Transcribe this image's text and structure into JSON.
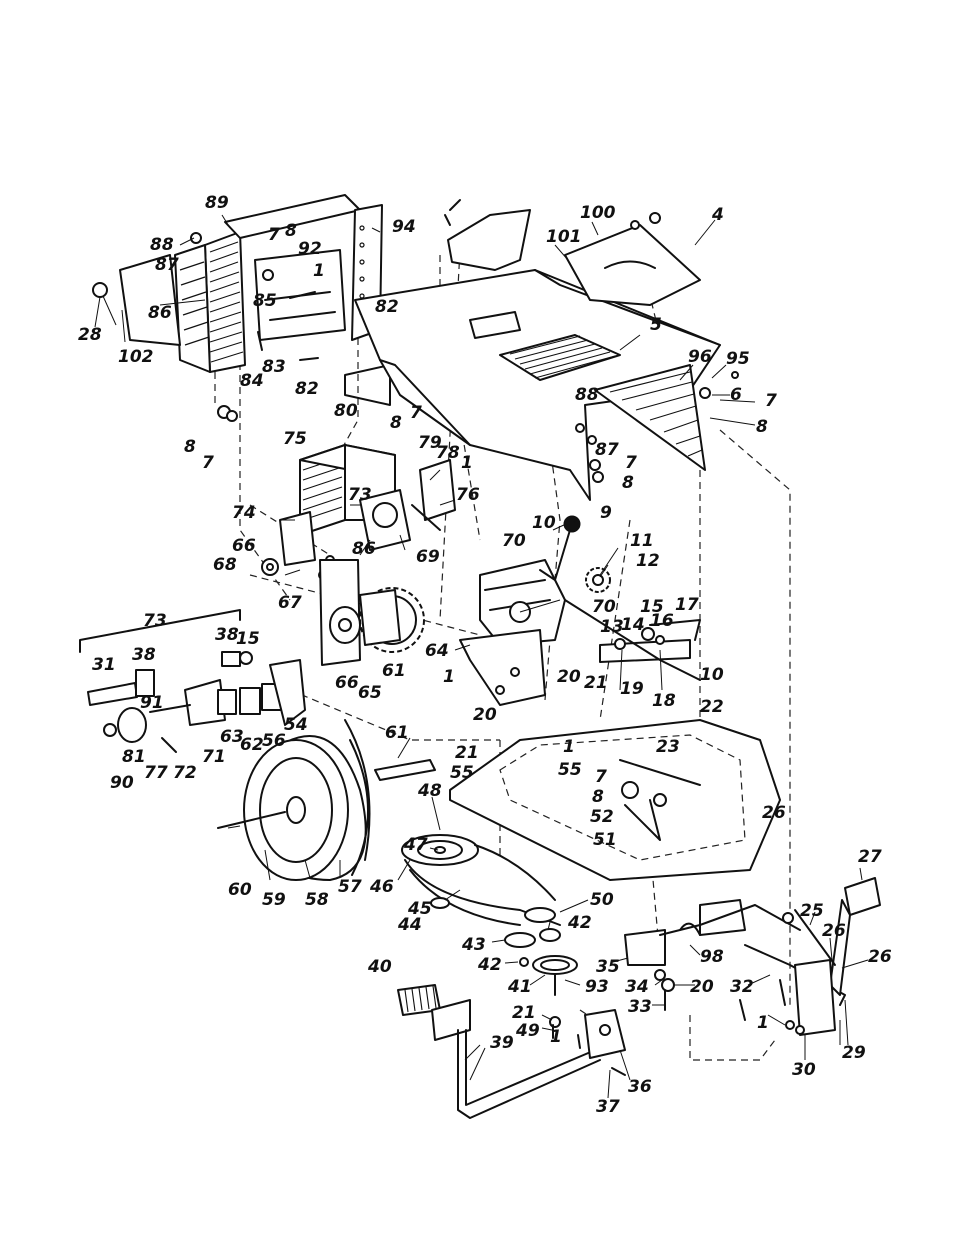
{
  "diagram": {
    "callouts": [
      {
        "id": "c89",
        "text": "89"
      },
      {
        "id": "c94",
        "text": "94"
      },
      {
        "id": "c88a",
        "text": "88"
      },
      {
        "id": "c7a",
        "text": "7"
      },
      {
        "id": "c8a",
        "text": "8"
      },
      {
        "id": "c87a",
        "text": "87"
      },
      {
        "id": "c92",
        "text": "92"
      },
      {
        "id": "c1a",
        "text": "1"
      },
      {
        "id": "c86a",
        "text": "86"
      },
      {
        "id": "c85",
        "text": "85"
      },
      {
        "id": "c28",
        "text": "28"
      },
      {
        "id": "c102",
        "text": "102"
      },
      {
        "id": "c84",
        "text": "84"
      },
      {
        "id": "c83",
        "text": "83"
      },
      {
        "id": "c82a",
        "text": "82"
      },
      {
        "id": "c82b",
        "text": "82"
      },
      {
        "id": "c80",
        "text": "80"
      },
      {
        "id": "c8b",
        "text": "8"
      },
      {
        "id": "c7b",
        "text": "7"
      },
      {
        "id": "c100",
        "text": "100"
      },
      {
        "id": "c101",
        "text": "101"
      },
      {
        "id": "c4",
        "text": "4"
      },
      {
        "id": "c5",
        "text": "5"
      },
      {
        "id": "c96",
        "text": "96"
      },
      {
        "id": "c95",
        "text": "95"
      },
      {
        "id": "c6",
        "text": "6"
      },
      {
        "id": "c7c",
        "text": "7"
      },
      {
        "id": "c8c",
        "text": "8"
      },
      {
        "id": "c88b",
        "text": "88"
      },
      {
        "id": "c87b",
        "text": "87"
      },
      {
        "id": "c7d",
        "text": "7"
      },
      {
        "id": "c8d",
        "text": "8"
      },
      {
        "id": "c75",
        "text": "75"
      },
      {
        "id": "c8e",
        "text": "8"
      },
      {
        "id": "c7e",
        "text": "7"
      },
      {
        "id": "c79",
        "text": "79"
      },
      {
        "id": "c78",
        "text": "78"
      },
      {
        "id": "c1b",
        "text": "1"
      },
      {
        "id": "c73a",
        "text": "73"
      },
      {
        "id": "c76",
        "text": "76"
      },
      {
        "id": "c74",
        "text": "74"
      },
      {
        "id": "c10a",
        "text": "10"
      },
      {
        "id": "c9",
        "text": "9"
      },
      {
        "id": "c86b",
        "text": "86"
      },
      {
        "id": "c69",
        "text": "69"
      },
      {
        "id": "c66a",
        "text": "66"
      },
      {
        "id": "c68",
        "text": "68"
      },
      {
        "id": "c70a",
        "text": "70"
      },
      {
        "id": "c11",
        "text": "11"
      },
      {
        "id": "c12",
        "text": "12"
      },
      {
        "id": "c67",
        "text": "67"
      },
      {
        "id": "c70b",
        "text": "70"
      },
      {
        "id": "c15a",
        "text": "15"
      },
      {
        "id": "c17",
        "text": "17"
      },
      {
        "id": "c14",
        "text": "14"
      },
      {
        "id": "c16",
        "text": "16"
      },
      {
        "id": "c13",
        "text": "13"
      },
      {
        "id": "c73b",
        "text": "73"
      },
      {
        "id": "c38a",
        "text": "38"
      },
      {
        "id": "c15b",
        "text": "15"
      },
      {
        "id": "c64",
        "text": "64"
      },
      {
        "id": "c10b",
        "text": "10"
      },
      {
        "id": "c31",
        "text": "31"
      },
      {
        "id": "c38b",
        "text": "38"
      },
      {
        "id": "c66b",
        "text": "66"
      },
      {
        "id": "c65",
        "text": "65"
      },
      {
        "id": "c61a",
        "text": "61"
      },
      {
        "id": "c1c",
        "text": "1"
      },
      {
        "id": "c20a",
        "text": "20"
      },
      {
        "id": "c21a",
        "text": "21"
      },
      {
        "id": "c19",
        "text": "19"
      },
      {
        "id": "c18",
        "text": "18"
      },
      {
        "id": "c91",
        "text": "91"
      },
      {
        "id": "c54",
        "text": "54"
      },
      {
        "id": "c22",
        "text": "22"
      },
      {
        "id": "c20b",
        "text": "20"
      },
      {
        "id": "c63",
        "text": "63"
      },
      {
        "id": "c62",
        "text": "62"
      },
      {
        "id": "c56",
        "text": "56"
      },
      {
        "id": "c61b",
        "text": "61"
      },
      {
        "id": "c23",
        "text": "23"
      },
      {
        "id": "c81",
        "text": "81"
      },
      {
        "id": "c71",
        "text": "71"
      },
      {
        "id": "c21b",
        "text": "21"
      },
      {
        "id": "c1d",
        "text": "1"
      },
      {
        "id": "c55a",
        "text": "55"
      },
      {
        "id": "c55b",
        "text": "55"
      },
      {
        "id": "c90",
        "text": "90"
      },
      {
        "id": "c77",
        "text": "77"
      },
      {
        "id": "c72",
        "text": "72"
      },
      {
        "id": "c7f",
        "text": "7"
      },
      {
        "id": "c8f",
        "text": "8"
      },
      {
        "id": "c52",
        "text": "52"
      },
      {
        "id": "c26a",
        "text": "26"
      },
      {
        "id": "c48",
        "text": "48"
      },
      {
        "id": "c47",
        "text": "47"
      },
      {
        "id": "c51",
        "text": "51"
      },
      {
        "id": "c60",
        "text": "60"
      },
      {
        "id": "c59",
        "text": "59"
      },
      {
        "id": "c58",
        "text": "58"
      },
      {
        "id": "c57",
        "text": "57"
      },
      {
        "id": "c46",
        "text": "46"
      },
      {
        "id": "c27",
        "text": "27"
      },
      {
        "id": "c50",
        "text": "50"
      },
      {
        "id": "c45",
        "text": "45"
      },
      {
        "id": "c44",
        "text": "44"
      },
      {
        "id": "c42a",
        "text": "42"
      },
      {
        "id": "c25",
        "text": "25"
      },
      {
        "id": "c26b",
        "text": "26"
      },
      {
        "id": "c43",
        "text": "43"
      },
      {
        "id": "c26c",
        "text": "26"
      },
      {
        "id": "c42b",
        "text": "42"
      },
      {
        "id": "c35",
        "text": "35"
      },
      {
        "id": "c98",
        "text": "98"
      },
      {
        "id": "c40",
        "text": "40"
      },
      {
        "id": "c41",
        "text": "41"
      },
      {
        "id": "c93",
        "text": "93"
      },
      {
        "id": "c34",
        "text": "34"
      },
      {
        "id": "c20c",
        "text": "20"
      },
      {
        "id": "c32",
        "text": "32"
      },
      {
        "id": "c21c",
        "text": "21"
      },
      {
        "id": "c33",
        "text": "33"
      },
      {
        "id": "c49",
        "text": "49"
      },
      {
        "id": "c1e",
        "text": "1"
      },
      {
        "id": "c1f",
        "text": "1"
      },
      {
        "id": "c29",
        "text": "29"
      },
      {
        "id": "c39",
        "text": "39"
      },
      {
        "id": "c30",
        "text": "30"
      },
      {
        "id": "c36",
        "text": "36"
      },
      {
        "id": "c37",
        "text": "37"
      }
    ]
  }
}
